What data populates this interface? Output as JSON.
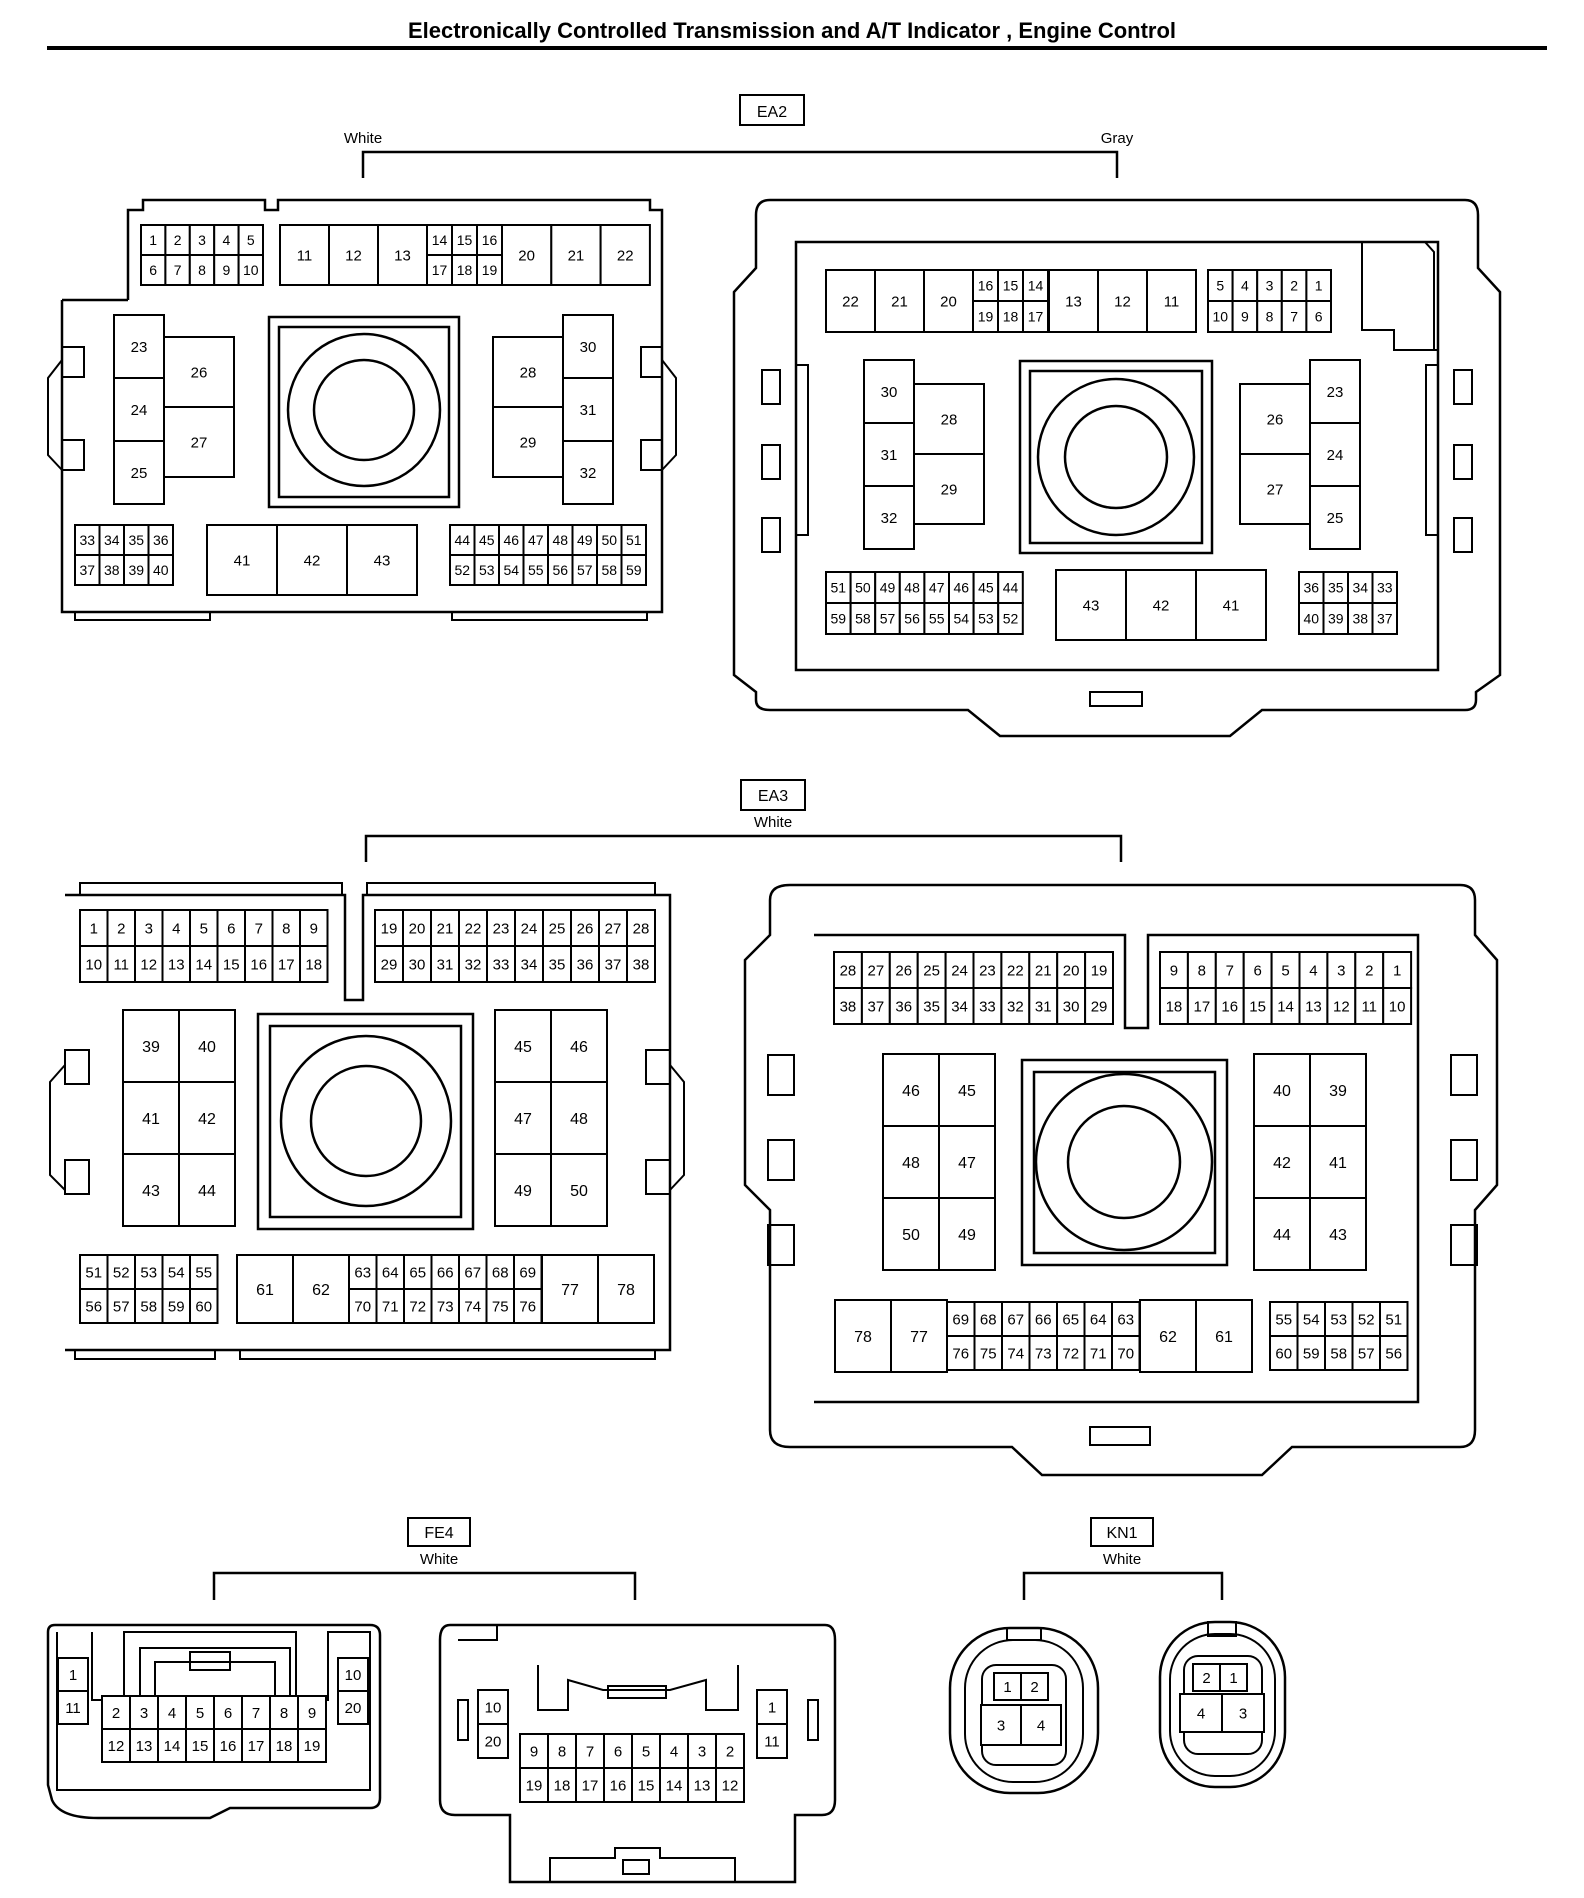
{
  "title": "Electronically Controlled Transmission and A/T Indicator , Engine Control",
  "connectors": {
    "EA2": {
      "label": "EA2",
      "left_color": "White",
      "right_color": "Gray",
      "left": {
        "top_small": [
          [
            "1",
            "2",
            "3",
            "4",
            "5"
          ],
          [
            "6",
            "7",
            "8",
            "9",
            "10"
          ]
        ],
        "top_big_a": [
          "11",
          "12",
          "13"
        ],
        "top_mid": [
          [
            "14",
            "15",
            "16"
          ],
          [
            "17",
            "18",
            "19"
          ]
        ],
        "top_big_b": [
          "20",
          "21",
          "22"
        ],
        "left_col": [
          "23",
          "24",
          "25"
        ],
        "left_big": [
          "26",
          "27"
        ],
        "right_big": [
          "28",
          "29"
        ],
        "right_col": [
          "30",
          "31",
          "32"
        ],
        "bottom_left": [
          [
            "33",
            "34",
            "35",
            "36"
          ],
          [
            "37",
            "38",
            "39",
            "40"
          ]
        ],
        "bottom_big": [
          "41",
          "42",
          "43"
        ],
        "bottom_right": [
          [
            "44",
            "45",
            "46",
            "47",
            "48",
            "49",
            "50",
            "51"
          ],
          [
            "52",
            "53",
            "54",
            "55",
            "56",
            "57",
            "58",
            "59"
          ]
        ]
      },
      "right": {
        "top_big_b": [
          "22",
          "21",
          "20"
        ],
        "top_mid": [
          [
            "16",
            "15",
            "14"
          ],
          [
            "19",
            "18",
            "17"
          ]
        ],
        "top_big_a": [
          "13",
          "12",
          "11"
        ],
        "top_small": [
          [
            "5",
            "4",
            "3",
            "2",
            "1"
          ],
          [
            "10",
            "9",
            "8",
            "7",
            "6"
          ]
        ],
        "left_col": [
          "30",
          "31",
          "32"
        ],
        "left_big": [
          "28",
          "29"
        ],
        "right_big": [
          "26",
          "27"
        ],
        "right_col": [
          "23",
          "24",
          "25"
        ],
        "bottom_left": [
          [
            "51",
            "50",
            "49",
            "48",
            "47",
            "46",
            "45",
            "44"
          ],
          [
            "59",
            "58",
            "57",
            "56",
            "55",
            "54",
            "53",
            "52"
          ]
        ],
        "bottom_big": [
          "43",
          "42",
          "41"
        ],
        "bottom_right": [
          [
            "36",
            "35",
            "34",
            "33"
          ],
          [
            "40",
            "39",
            "38",
            "37"
          ]
        ]
      }
    },
    "EA3": {
      "label": "EA3",
      "color": "White",
      "left": {
        "top_a": [
          [
            "1",
            "2",
            "3",
            "4",
            "5",
            "6",
            "7",
            "8",
            "9"
          ],
          [
            "10",
            "11",
            "12",
            "13",
            "14",
            "15",
            "16",
            "17",
            "18"
          ]
        ],
        "top_b": [
          [
            "19",
            "20",
            "21",
            "22",
            "23",
            "24",
            "25",
            "26",
            "27",
            "28"
          ],
          [
            "29",
            "30",
            "31",
            "32",
            "33",
            "34",
            "35",
            "36",
            "37",
            "38"
          ]
        ],
        "left_grid": [
          [
            "39",
            "40"
          ],
          [
            "41",
            "42"
          ],
          [
            "43",
            "44"
          ]
        ],
        "right_grid": [
          [
            "45",
            "46"
          ],
          [
            "47",
            "48"
          ],
          [
            "49",
            "50"
          ]
        ],
        "bottom_small": [
          [
            "51",
            "52",
            "53",
            "54",
            "55"
          ],
          [
            "56",
            "57",
            "58",
            "59",
            "60"
          ]
        ],
        "bottom_big_a": [
          "61",
          "62"
        ],
        "bottom_mid": [
          [
            "63",
            "64",
            "65",
            "66",
            "67",
            "68",
            "69"
          ],
          [
            "70",
            "71",
            "72",
            "73",
            "74",
            "75",
            "76"
          ]
        ],
        "bottom_big_b": [
          "77",
          "78"
        ]
      },
      "right": {
        "top_a": [
          [
            "28",
            "27",
            "26",
            "25",
            "24",
            "23",
            "22",
            "21",
            "20",
            "19"
          ],
          [
            "38",
            "37",
            "36",
            "35",
            "34",
            "33",
            "32",
            "31",
            "30",
            "29"
          ]
        ],
        "top_b": [
          [
            "9",
            "8",
            "7",
            "6",
            "5",
            "4",
            "3",
            "2",
            "1"
          ],
          [
            "18",
            "17",
            "16",
            "15",
            "14",
            "13",
            "12",
            "11",
            "10"
          ]
        ],
        "left_grid": [
          [
            "46",
            "45"
          ],
          [
            "48",
            "47"
          ],
          [
            "50",
            "49"
          ]
        ],
        "right_grid": [
          [
            "40",
            "39"
          ],
          [
            "42",
            "41"
          ],
          [
            "44",
            "43"
          ]
        ],
        "bottom_big_b": [
          "78",
          "77"
        ],
        "bottom_mid": [
          [
            "69",
            "68",
            "67",
            "66",
            "65",
            "64",
            "63"
          ],
          [
            "76",
            "75",
            "74",
            "73",
            "72",
            "71",
            "70"
          ]
        ],
        "bottom_big_a": [
          "62",
          "61"
        ],
        "bottom_small": [
          [
            "55",
            "54",
            "53",
            "52",
            "51"
          ],
          [
            "60",
            "59",
            "58",
            "57",
            "56"
          ]
        ]
      }
    },
    "FE4": {
      "label": "FE4",
      "color": "White",
      "left": {
        "side_l": [
          "1",
          "11"
        ],
        "center": [
          [
            "2",
            "3",
            "4",
            "5",
            "6",
            "7",
            "8",
            "9"
          ],
          [
            "12",
            "13",
            "14",
            "15",
            "16",
            "17",
            "18",
            "19"
          ]
        ],
        "side_r": [
          "10",
          "20"
        ]
      },
      "right": {
        "side_l": [
          "10",
          "20"
        ],
        "center": [
          [
            "9",
            "8",
            "7",
            "6",
            "5",
            "4",
            "3",
            "2"
          ],
          [
            "19",
            "18",
            "17",
            "16",
            "15",
            "14",
            "13",
            "12"
          ]
        ],
        "side_r": [
          "1",
          "11"
        ]
      }
    },
    "KN1": {
      "label": "KN1",
      "color": "White",
      "left": {
        "top": [
          "1",
          "2"
        ],
        "bottom": [
          "3",
          "4"
        ]
      },
      "right": {
        "top": [
          "2",
          "1"
        ],
        "bottom": [
          "4",
          "3"
        ]
      }
    }
  }
}
